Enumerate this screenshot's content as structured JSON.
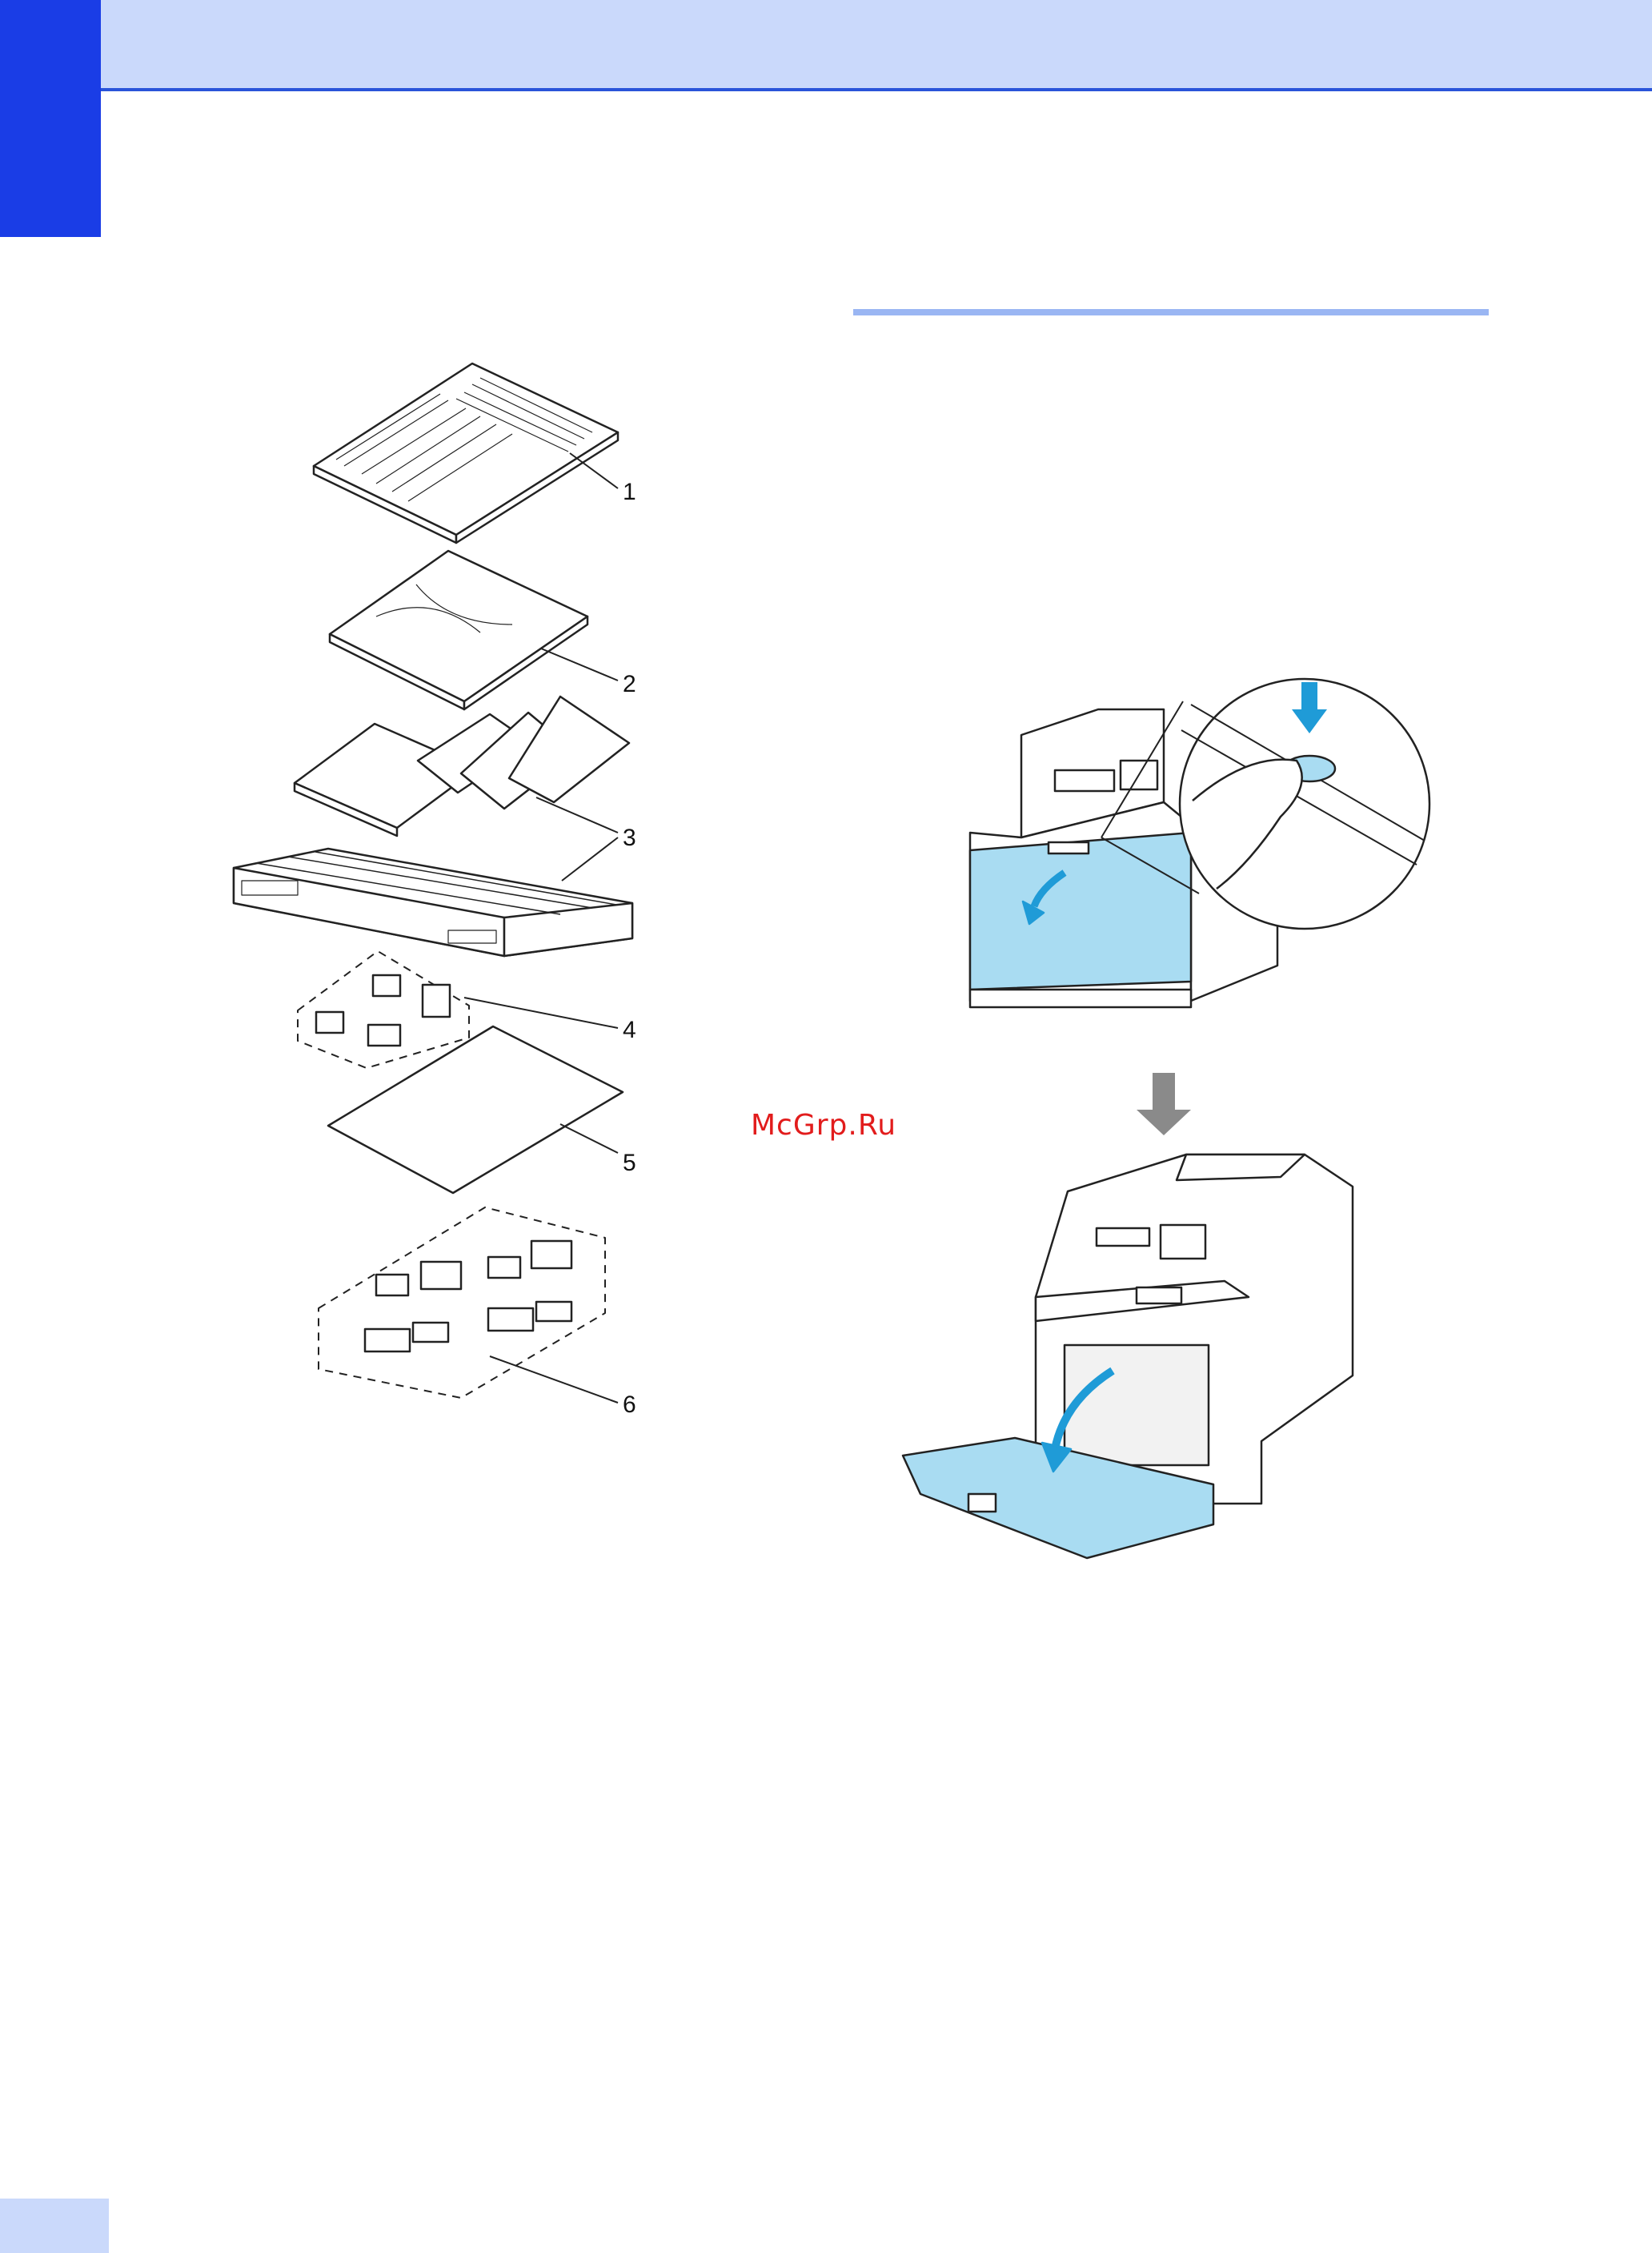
{
  "watermark": {
    "text": "McGrp.Ru"
  },
  "parts_figure": {
    "callouts": [
      "1",
      "2",
      "3",
      "4",
      "5",
      "6"
    ]
  },
  "colors": {
    "header_band": "#cad9fb",
    "header_rule": "#2a54d9",
    "side_tab": "#1a3de6",
    "section_rule": "#9ab6f3",
    "highlight_blue": "#a9dcf2",
    "accent_arrow_blue": "#1f9bd7",
    "down_arrow_gray": "#8a8a8a",
    "watermark_red": "#e21c1c"
  },
  "icons": {
    "press_arrow": "arrow-down-icon",
    "open_arrow": "curved-arrow-icon",
    "step_arrow": "arrow-down-icon"
  }
}
